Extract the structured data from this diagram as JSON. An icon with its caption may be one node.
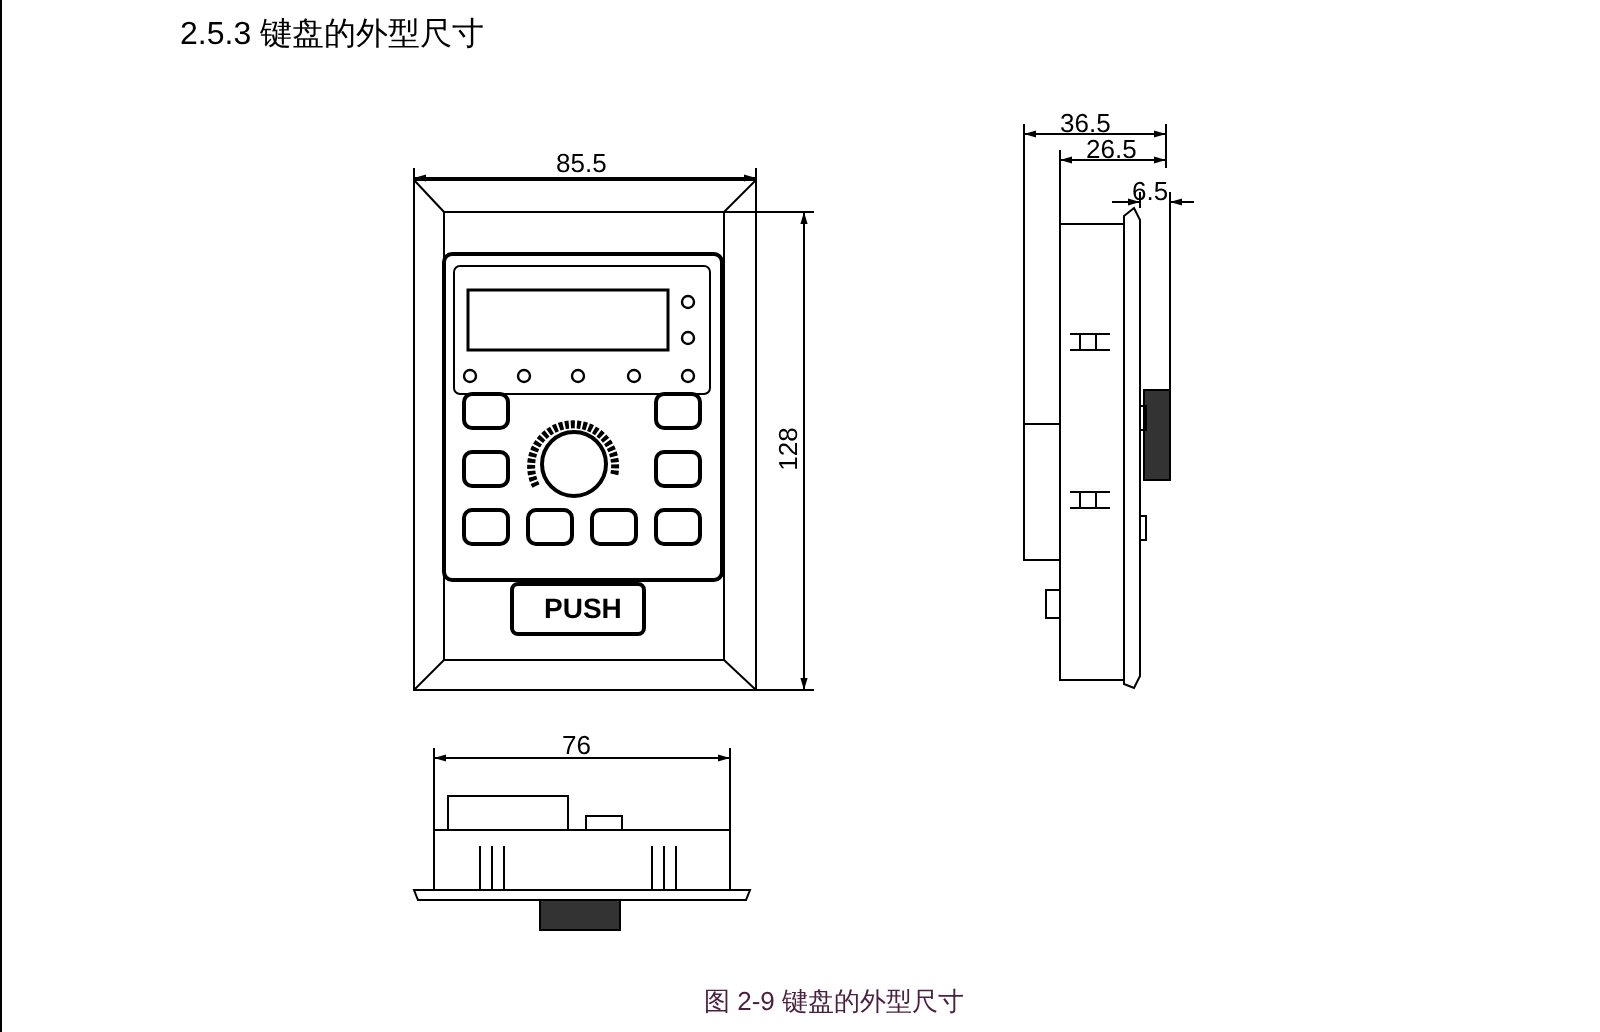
{
  "diagram": {
    "title": "2.5.3  键盘的外型尺寸",
    "caption": "图 2-9  键盘的外型尺寸",
    "labels": [
      "85.5",
      "128",
      "PUSH",
      "36.5",
      "26.5",
      "6.5",
      "76"
    ]
  }
}
